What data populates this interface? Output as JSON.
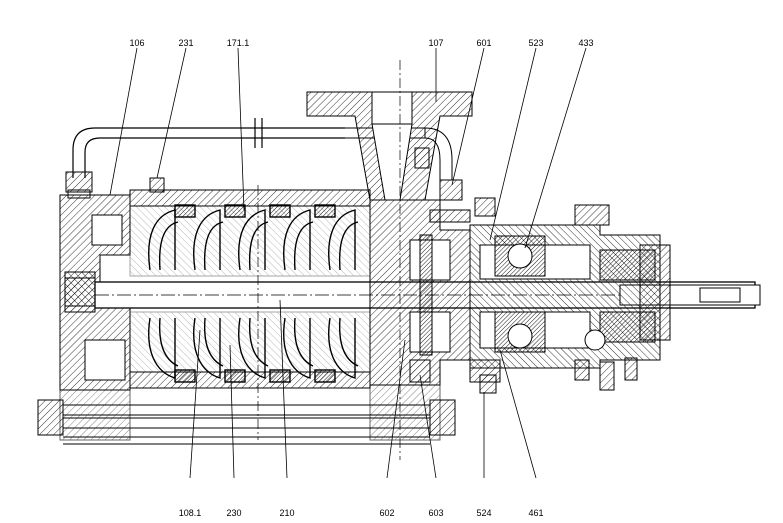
{
  "drawing": {
    "callouts_top": [
      {
        "id": "106",
        "label": "106"
      },
      {
        "id": "231",
        "label": "231"
      },
      {
        "id": "171_1",
        "label": "171.1"
      },
      {
        "id": "107",
        "label": "107"
      },
      {
        "id": "601",
        "label": "601"
      },
      {
        "id": "523",
        "label": "523"
      },
      {
        "id": "433",
        "label": "433"
      }
    ],
    "callouts_bottom": [
      {
        "id": "108_1",
        "label": "108.1"
      },
      {
        "id": "230",
        "label": "230"
      },
      {
        "id": "210",
        "label": "210"
      },
      {
        "id": "602",
        "label": "602"
      },
      {
        "id": "603",
        "label": "603"
      },
      {
        "id": "524",
        "label": "524"
      },
      {
        "id": "461",
        "label": "461"
      }
    ]
  }
}
